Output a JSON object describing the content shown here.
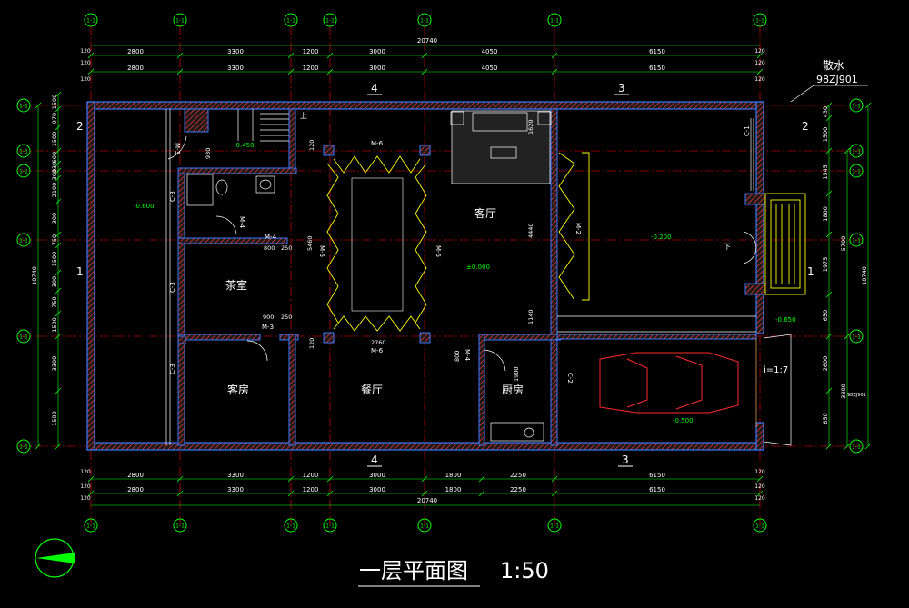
{
  "title": {
    "text": "一层平面图",
    "scale": "1:50"
  },
  "dimensions": {
    "top_row1": [
      "2800",
      "3300",
      "1200",
      "3000",
      "4050",
      "6150"
    ],
    "top_row2": [
      "2800",
      "3300",
      "1200",
      "3000",
      "4050",
      "6150"
    ],
    "top_total": "20740",
    "bottom_row1": [
      "2800",
      "3300",
      "1200",
      "3000",
      "1800",
      "2250",
      "6150"
    ],
    "bottom_row2": [
      "2800",
      "3300",
      "1200",
      "3000",
      "1800",
      "2250",
      "6150"
    ],
    "bottom_total": "20740",
    "edge": "120",
    "left_segments": [
      "1500",
      "970",
      "1500",
      "600",
      "230",
      "300",
      "2100",
      "300",
      "750",
      "1500",
      "300",
      "750",
      "1500",
      "3300",
      "1500"
    ],
    "left_total": "10740",
    "right_segments": [
      "430",
      "1500",
      "1545",
      "1800",
      "1975",
      "650",
      "2600",
      "650"
    ],
    "right_mid": "5700",
    "right_lower": "3300",
    "right_total": "10740"
  },
  "grid_labels": {
    "section_top_a": "4",
    "section_top_b": "3",
    "section_bottom_a": "4",
    "section_bottom_b": "3",
    "section_left_a": "2",
    "section_left_b": "1",
    "section_right_a": "2",
    "section_right_b": "1",
    "bubble": "1-1"
  },
  "rooms": {
    "living": "客厅",
    "tea": "茶室",
    "guest": "客房",
    "dining": "餐厅",
    "kitchen": "厨房"
  },
  "door_labels": {
    "m6_top": "M-6",
    "m6_bottom": "M-6",
    "m5_left": "M-5",
    "m5_right": "M-5",
    "m4_a": "M-4",
    "m4_b": "M-4",
    "m4_c": "M-4",
    "m3_a": "M-3",
    "m3_b": "M-3",
    "m2": "M-2",
    "c1": "C-1",
    "c2": "C-2",
    "c3_a": "C-3",
    "c3_b": "C-3",
    "c3_c": "C-3"
  },
  "elevations": {
    "left": "-0.600",
    "stair": "-0.450",
    "living": "±0.000",
    "garage_upper": "-0.200",
    "garage": "-0.500",
    "ext": "-0.650"
  },
  "inner_dims": {
    "d800": "800",
    "d250a": "250",
    "d900": "900",
    "d250b": "250",
    "d5460": "5460",
    "d2760": "2760",
    "d4440": "4440",
    "d1140": "1140",
    "d1620": "1620",
    "d1900": "1900",
    "d800b": "800",
    "d930": "930",
    "d120a": "120",
    "d120b": "120"
  },
  "annotations": {
    "sanshui": "散水",
    "ref": "98ZJ901",
    "ramp": "i=1:7",
    "ref_small": "98ZJ901",
    "down": "下",
    "up": "上"
  },
  "colors": {
    "wall": "#ff0000",
    "wall_face": "#3a78ff",
    "grid": "#00ff00",
    "dim": "#ffffff",
    "furniture": "#ffff00",
    "car": "#ff2a2a",
    "axis": "#ff0000"
  }
}
